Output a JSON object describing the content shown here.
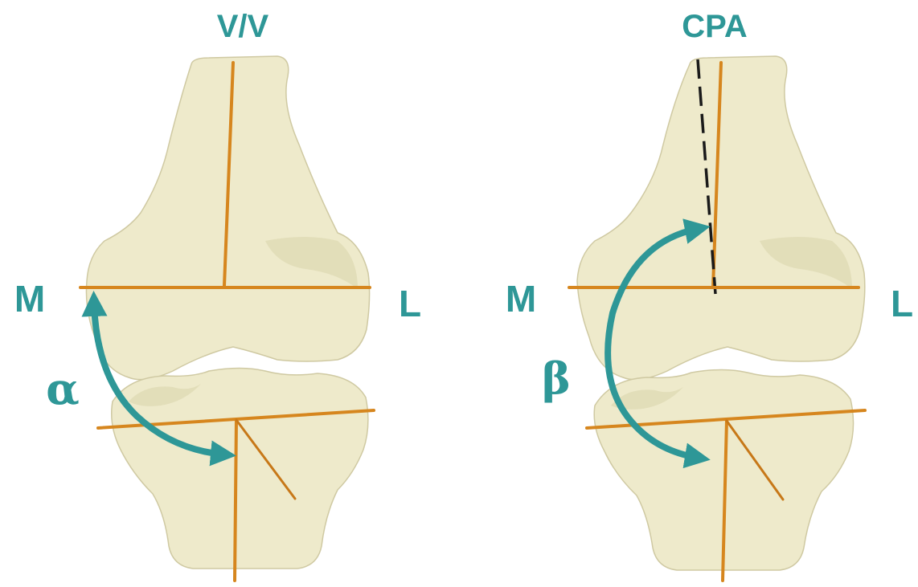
{
  "panels": [
    {
      "title": "V/V",
      "medial_label": "M",
      "lateral_label": "L",
      "angle_symbol": "α"
    },
    {
      "title": "CPA",
      "medial_label": "M",
      "lateral_label": "L",
      "angle_symbol": "β"
    }
  ],
  "colors": {
    "label": "#2e9797",
    "bone": "#eeeacb",
    "axis": "#d6861e",
    "dashed_axis": "#1a1a1a"
  }
}
